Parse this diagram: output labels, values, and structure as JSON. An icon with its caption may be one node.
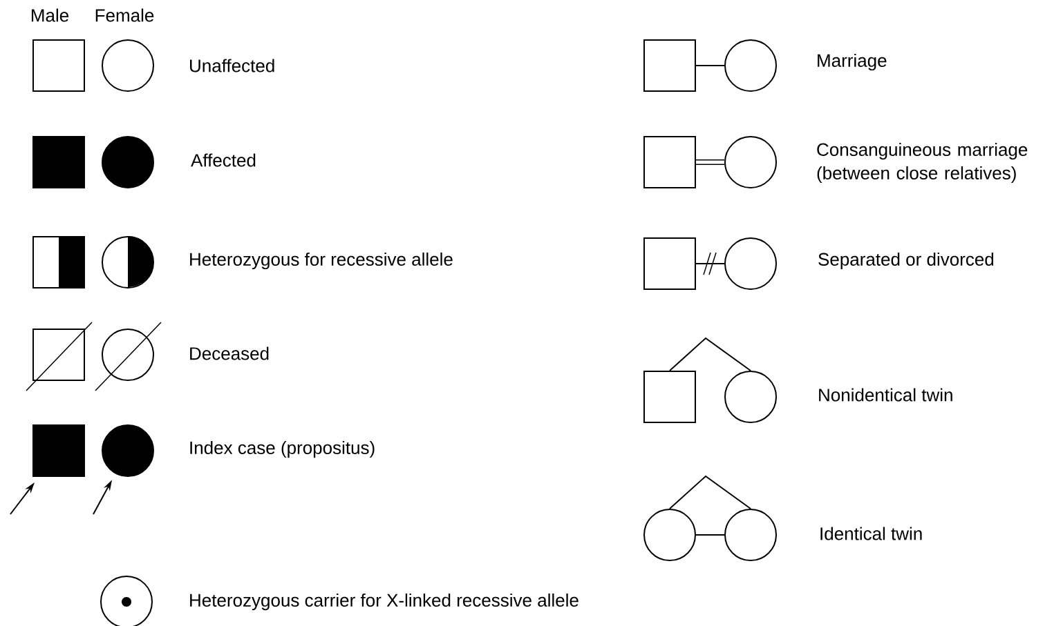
{
  "diagram": {
    "nodes": [
      {
        "text": [],
        "shape": "box"
      },
      {
        "text": [],
        "shape": "circle"
      },
      {
        "text": [],
        "shape": "box"
      },
      {
        "text": [],
        "shape": "circle"
      },
      {
        "text": [],
        "shape": "box"
      },
      {
        "text": [],
        "shape": "circle"
      },
      {
        "text": [],
        "shape": "box"
      },
      {
        "text": [],
        "shape": "circle"
      },
      {
        "text": [],
        "shape": "box"
      },
      {
        "text": [],
        "shape": "circle"
      },
      {
        "text": [],
        "shape": "circle"
      },
      {
        "text": [],
        "shape": "box"
      },
      {
        "text": [],
        "shape": "circle"
      },
      {
        "text": [],
        "shape": "box"
      },
      {
        "text": [],
        "shape": "circle"
      },
      {
        "text": [],
        "shape": "box"
      },
      {
        "text": [],
        "shape": "circle"
      },
      {
        "text": [],
        "shape": "box"
      },
      {
        "text": [],
        "shape": "circle"
      },
      {
        "text": [],
        "shape": "circle"
      },
      {
        "text": [],
        "shape": "circle"
      }
    ],
    "edges": [
      {
        "from": 11,
        "to": 12,
        "arrow": "none"
      },
      {
        "from": 13,
        "to": 14,
        "arrow": "none",
        "style": "thick"
      },
      {
        "from": 15,
        "to": 16,
        "arrow": "none"
      },
      {
        "from": 17,
        "to": 18,
        "arrow": "none"
      },
      {
        "from": 19,
        "to": 20,
        "arrow": "none"
      },
      {
        "from": 19,
        "to": 20,
        "arrow": "none"
      },
      {
        "from": null,
        "to": 8,
        "arrow": "to"
      },
      {
        "from": null,
        "to": 9,
        "arrow": "to"
      }
    ],
    "labels": [
      "Male",
      "Female",
      "Unaffected",
      "Marriage",
      "Affected",
      "Consanguineous marriage (between close relatives)",
      "Heterozygous for recessive allele",
      "Separated or divorced",
      "Deceased",
      "Nonidentical twin",
      "Index case (propositus)",
      "Identical twin",
      "Heterozygous carrier for X-linked recessive allele"
    ]
  }
}
